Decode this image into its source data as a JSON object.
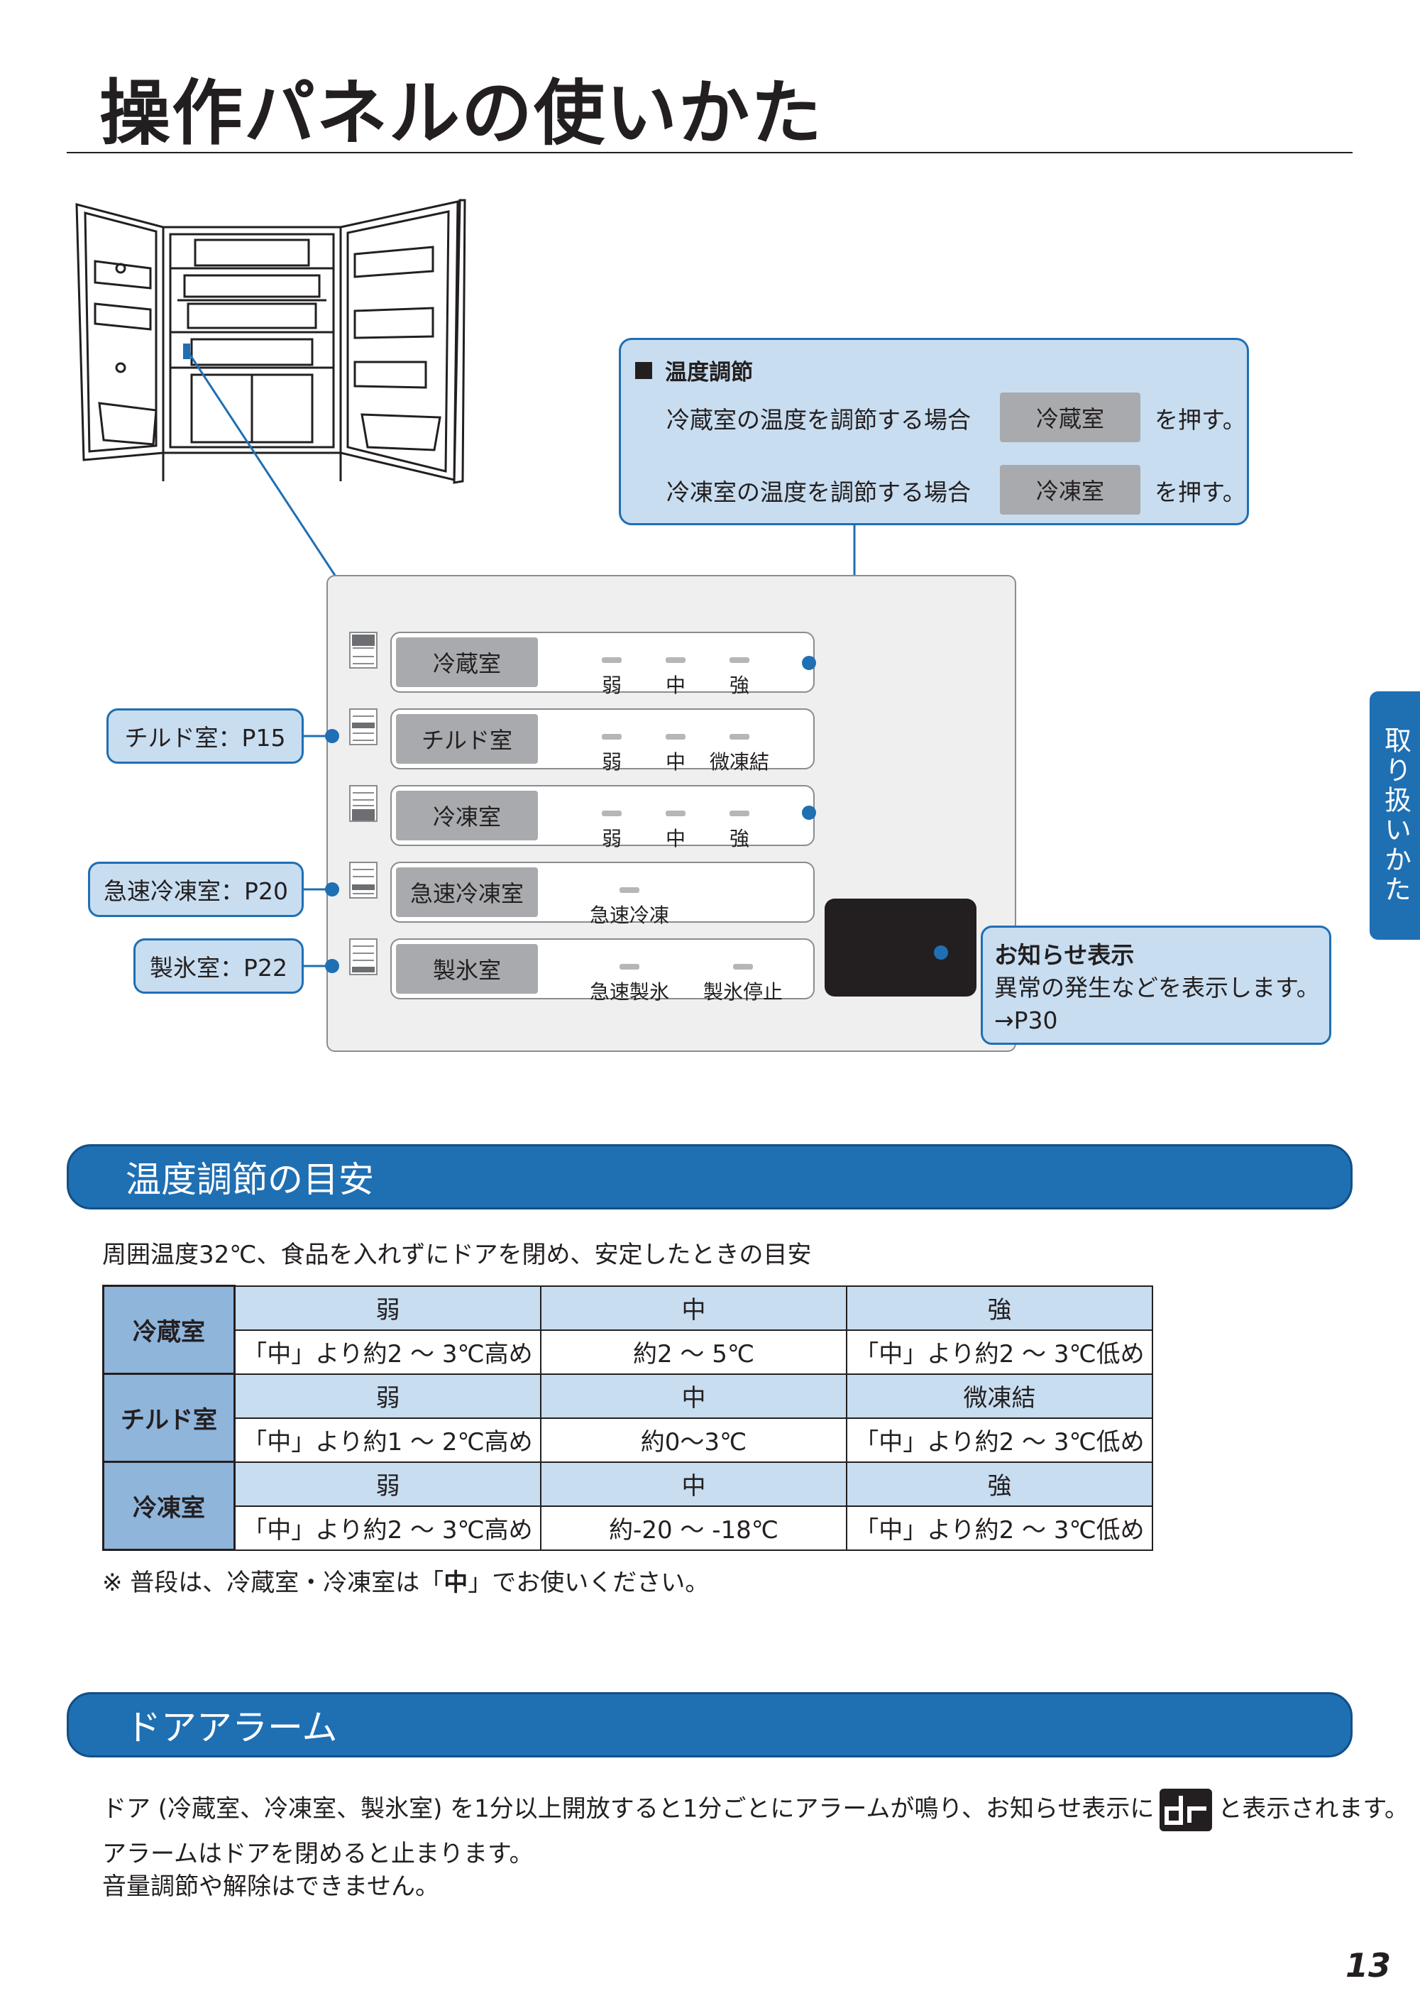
{
  "page": {
    "title": "操作パネルの使いかた",
    "page_number": "13",
    "side_tab": "取り扱いかた"
  },
  "info_box": {
    "heading": "温度調節",
    "lines": [
      {
        "text": "冷蔵室の温度を調節する場合",
        "button": "冷蔵室",
        "suffix": "を押す。"
      },
      {
        "text": "冷凍室の温度を調節する場合",
        "button": "冷凍室",
        "suffix": "を押す。"
      }
    ]
  },
  "panel": {
    "rows": [
      {
        "button": "冷蔵室",
        "levels": [
          "弱",
          "中",
          "強"
        ]
      },
      {
        "button": "チルド室",
        "levels": [
          "弱",
          "中",
          "微凍結"
        ]
      },
      {
        "button": "冷凍室",
        "levels": [
          "弱",
          "中",
          "強"
        ]
      },
      {
        "button": "急速冷凍室",
        "levels": [
          "急速冷凍"
        ]
      },
      {
        "button": "製氷室",
        "levels": [
          "急速製氷",
          "製氷停止"
        ]
      }
    ]
  },
  "callouts": {
    "chilled": "チルド室：P15",
    "quick_freeze": "急速冷凍室：P20",
    "ice": "製氷室：P22",
    "notice_heading": "お知らせ表示",
    "notice_body": "異常の発生などを表示します。",
    "notice_ref": "→P30"
  },
  "section_temp": {
    "title": "温度調節の目安",
    "intro": "周囲温度32℃、食品を入れずにドアを閉め、安定したときの目安",
    "table": [
      {
        "name": "冷蔵室",
        "headers": [
          "弱",
          "中",
          "強"
        ],
        "values": [
          "「中」より約2 ～ 3℃高め",
          "約2 ～ 5℃",
          "「中」より約2 ～ 3℃低め"
        ]
      },
      {
        "name": "チルド室",
        "headers": [
          "弱",
          "中",
          "微凍結"
        ],
        "values": [
          "「中」より約1 ～ 2℃高め",
          "約0～3℃",
          "「中」より約2 ～ 3℃低め"
        ]
      },
      {
        "name": "冷凍室",
        "headers": [
          "弱",
          "中",
          "強"
        ],
        "values": [
          "「中」より約2 ～ 3℃高め",
          "約-20 ～ -18℃",
          "「中」より約2 ～ 3℃低め"
        ]
      }
    ],
    "note_prefix": "※ 普段は、冷蔵室・冷凍室は「",
    "note_bold": "中",
    "note_suffix": "」でお使いください。"
  },
  "section_alarm": {
    "title": "ドアアラーム",
    "line1_before": "ドア (冷蔵室、冷凍室、製氷室) を1分以上開放すると1分ごとにアラームが鳴り、お知らせ表示に",
    "line1_after": "と表示されます。",
    "line2": "アラームはドアを閉めると止まります。",
    "line3": "音量調節や解除はできません。"
  }
}
